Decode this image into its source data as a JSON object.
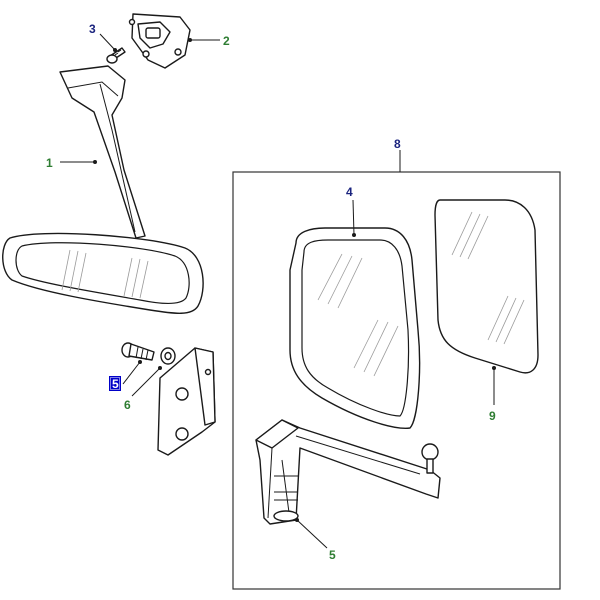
{
  "callouts": {
    "c1": {
      "label": "1",
      "color": "#2e7d32"
    },
    "c2": {
      "label": "2",
      "color": "#2e7d32"
    },
    "c3": {
      "label": "3",
      "color": "#1a237e"
    },
    "c4": {
      "label": "4",
      "color": "#1a237e"
    },
    "c5": {
      "label": "5",
      "color": "#2e7d32"
    },
    "c6": {
      "label": "6",
      "color": "#2e7d32"
    },
    "c8": {
      "label": "8",
      "color": "#1a237e"
    },
    "c9": {
      "label": "9",
      "color": "#2e7d32"
    },
    "c_selected": {
      "label": "5",
      "color": "#0000c8"
    }
  }
}
